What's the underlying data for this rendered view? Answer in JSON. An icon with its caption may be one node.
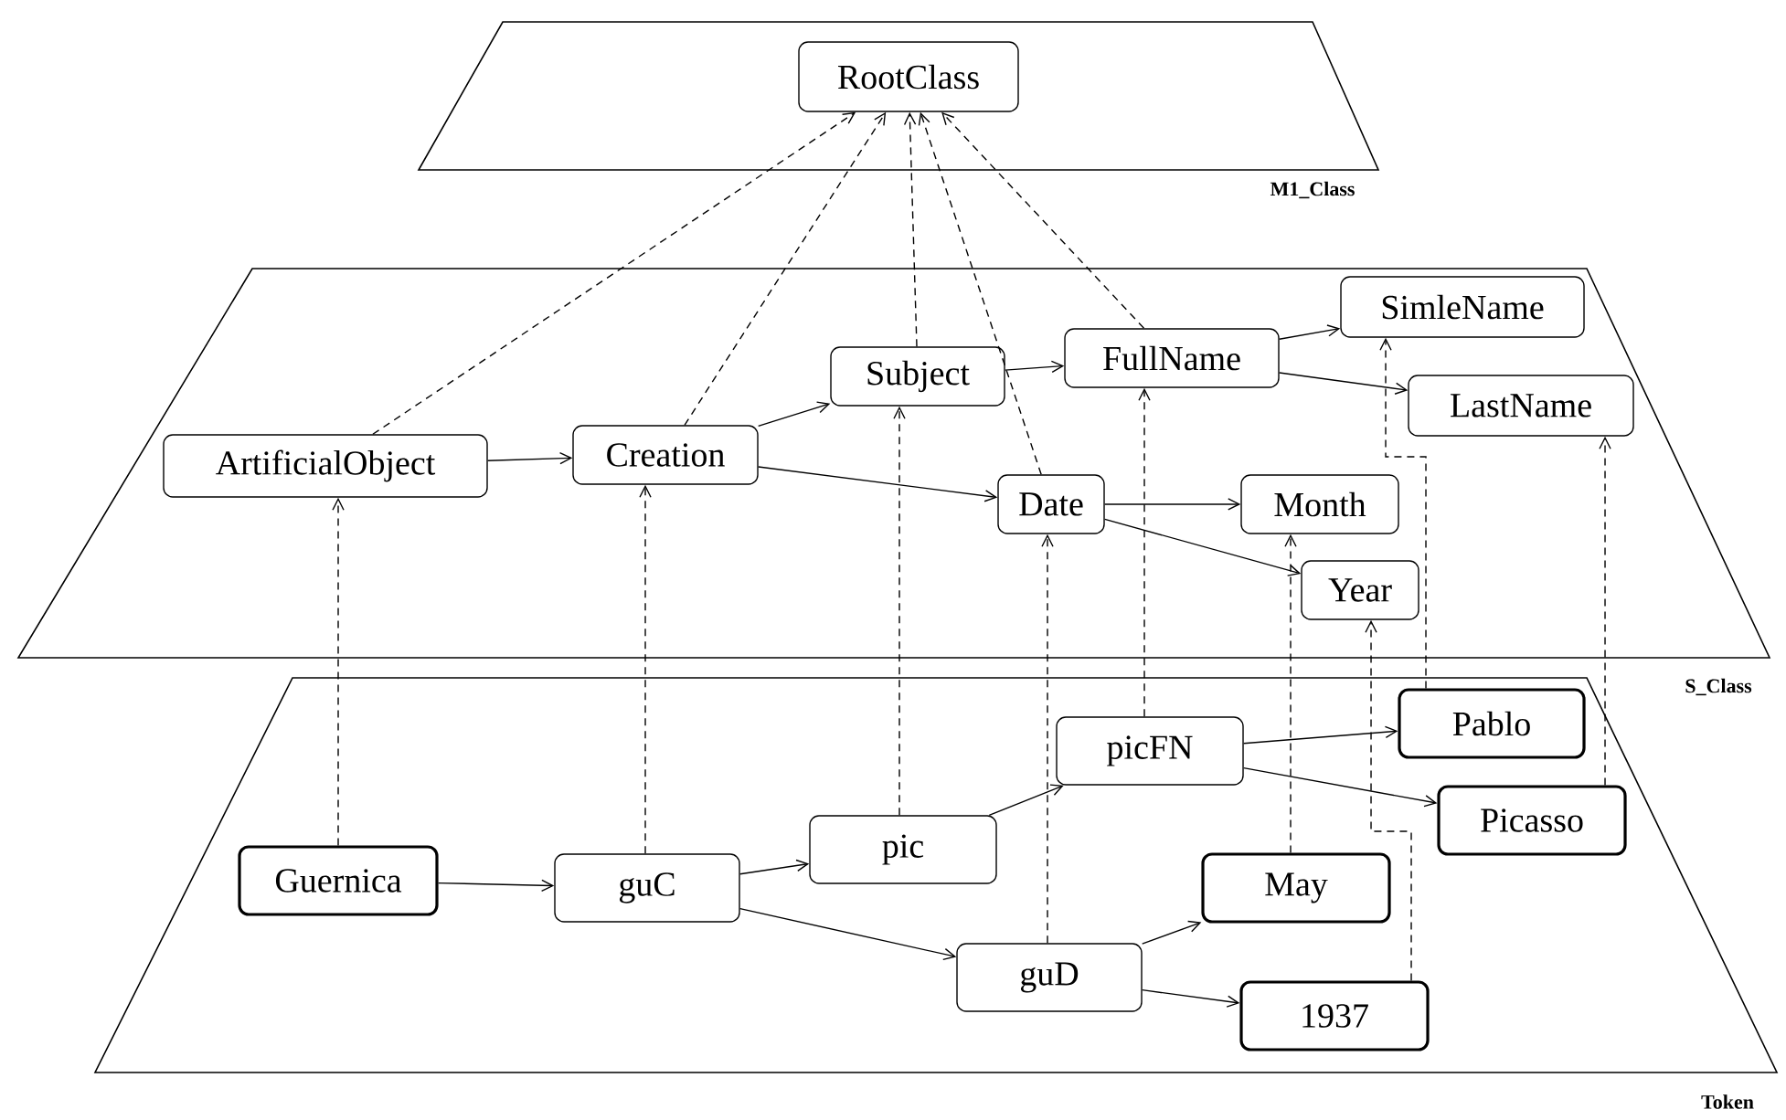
{
  "diagram": {
    "nodes": [
      {
        "text": [
          "M1_Class"
        ]
      },
      {
        "text": [
          "RootClass"
        ],
        "in": 0
      },
      {
        "text": [
          "S_Class"
        ]
      },
      {
        "text": [
          "ArtificialObject"
        ],
        "in": 2
      },
      {
        "text": [
          "Creation"
        ],
        "in": 2
      },
      {
        "text": [
          "Subject"
        ],
        "in": 2
      },
      {
        "text": [
          "FullName"
        ],
        "in": 2
      },
      {
        "text": [
          "SimleName"
        ],
        "in": 2
      },
      {
        "text": [
          "LastName"
        ],
        "in": 2
      },
      {
        "text": [
          "Date"
        ],
        "in": 2
      },
      {
        "text": [
          "Month"
        ],
        "in": 2
      },
      {
        "text": [
          "Year"
        ],
        "in": 2
      },
      {
        "text": [
          "Token"
        ]
      },
      {
        "text": [
          "Guernica"
        ],
        "in": 12
      },
      {
        "text": [
          "guC"
        ],
        "in": 12
      },
      {
        "text": [
          "pic"
        ],
        "in": 12
      },
      {
        "text": [
          "picFN"
        ],
        "in": 12
      },
      {
        "text": [
          "Pablo"
        ],
        "in": 12
      },
      {
        "text": [
          "Picasso"
        ],
        "in": 12
      },
      {
        "text": [
          "May"
        ],
        "in": 12
      },
      {
        "text": [
          "guD"
        ],
        "in": 12
      },
      {
        "text": [
          "1937"
        ],
        "in": 12
      }
    ],
    "edges": [
      {
        "from": 3,
        "to": 4,
        "arrow": "to"
      },
      {
        "from": 4,
        "to": 5,
        "arrow": "to"
      },
      {
        "from": 4,
        "to": 9,
        "arrow": "to"
      },
      {
        "from": 5,
        "to": 6,
        "arrow": "to"
      },
      {
        "from": 6,
        "to": 7,
        "arrow": "to"
      },
      {
        "from": 6,
        "to": 8,
        "arrow": "to"
      },
      {
        "from": 9,
        "to": 10,
        "arrow": "to"
      },
      {
        "from": 9,
        "to": 11,
        "arrow": "to"
      },
      {
        "from": 13,
        "to": 14,
        "arrow": "to"
      },
      {
        "from": 14,
        "to": 15,
        "arrow": "to"
      },
      {
        "from": 14,
        "to": 20,
        "arrow": "to"
      },
      {
        "from": 15,
        "to": 16,
        "arrow": "to"
      },
      {
        "from": 16,
        "to": 17,
        "arrow": "to"
      },
      {
        "from": 16,
        "to": 18,
        "arrow": "to"
      },
      {
        "from": 20,
        "to": 19,
        "arrow": "to"
      },
      {
        "from": 20,
        "to": 21,
        "arrow": "to"
      },
      {
        "from": 3,
        "to": 1,
        "arrow": "to",
        "style": "dashed"
      },
      {
        "from": 4,
        "to": 1,
        "arrow": "to",
        "style": "dashed"
      },
      {
        "from": 5,
        "to": 1,
        "arrow": "to",
        "style": "dashed"
      },
      {
        "from": 9,
        "to": 1,
        "arrow": "to",
        "style": "dashed"
      },
      {
        "from": 6,
        "to": 1,
        "arrow": "to",
        "style": "dashed"
      },
      {
        "from": 13,
        "to": 3,
        "arrow": "to",
        "style": "dashed"
      },
      {
        "from": 14,
        "to": 4,
        "arrow": "to",
        "style": "dashed"
      },
      {
        "from": 15,
        "to": 5,
        "arrow": "to",
        "style": "dashed"
      },
      {
        "from": 20,
        "to": 9,
        "arrow": "to",
        "style": "dashed"
      },
      {
        "from": 16,
        "to": 6,
        "arrow": "to",
        "style": "dashed"
      },
      {
        "from": 19,
        "to": 10,
        "arrow": "to",
        "style": "dashed"
      },
      {
        "from": 21,
        "to": 11,
        "arrow": "to",
        "style": "dashed"
      },
      {
        "from": 17,
        "to": 7,
        "arrow": "to",
        "style": "dashed"
      },
      {
        "from": 18,
        "to": 8,
        "arrow": "to",
        "style": "dashed"
      }
    ]
  }
}
